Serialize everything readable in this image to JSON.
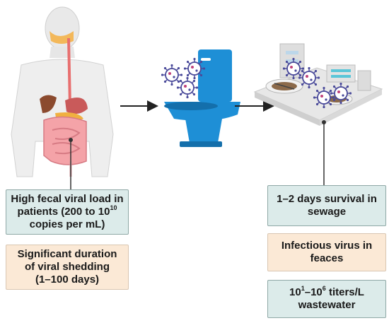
{
  "colors": {
    "teal_box": "#dcebea",
    "peach_box": "#fbe9d6",
    "toilet_blue": "#1e8fd6",
    "virus_purple": "#4a4a9a",
    "arrow": "#222222"
  },
  "icons": [
    "human-body-icon",
    "toilet-icon",
    "wastewater-plant-icon",
    "virus-icon"
  ],
  "left_boxes": {
    "box1": {
      "line1": "High fecal viral load in",
      "line2_pre": "patients (200 to 10",
      "line2_sup": "10",
      "line3": "copies per mL)"
    },
    "box2": {
      "line1": "Significant duration",
      "line2": "of viral shedding",
      "line3": "(1–100 days)"
    }
  },
  "right_boxes": {
    "box1": {
      "line1": "1–2 days survival in",
      "line2": "sewage"
    },
    "box2": {
      "line1": "Infectious virus in",
      "line2": "feaces"
    },
    "box3": {
      "pre": "10",
      "sup1": "1",
      "mid": "–10",
      "sup2": "6",
      "post": " titers/L",
      "line2": "wastewater"
    }
  }
}
